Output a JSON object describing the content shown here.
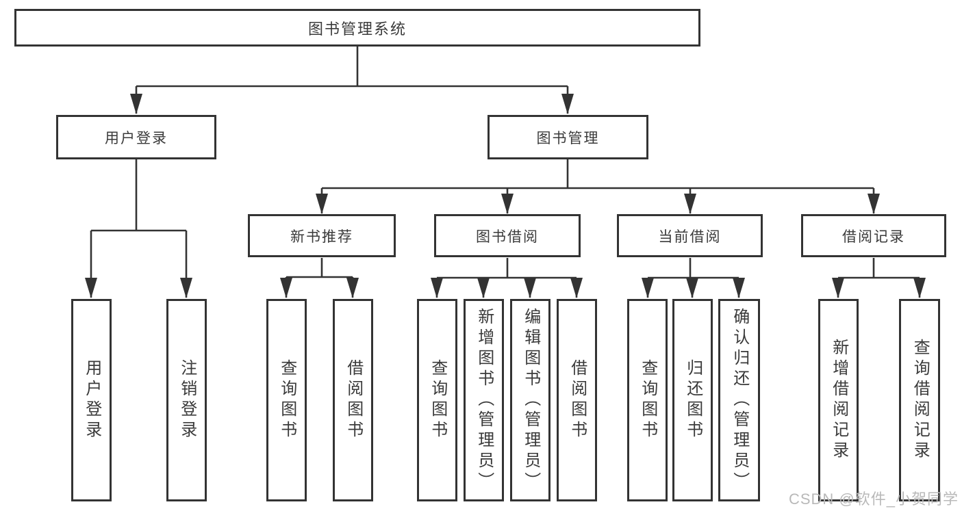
{
  "diagram": {
    "title": "图书管理系统",
    "branches": [
      {
        "label": "用户登录",
        "children": [
          "用户登录",
          "注销登录"
        ]
      },
      {
        "label": "图书管理",
        "groups": [
          {
            "label": "新书推荐",
            "children": [
              "查询图书",
              "借阅图书"
            ]
          },
          {
            "label": "图书借阅",
            "children": [
              "查询图书",
              "新增图书（管理员）",
              "编辑图书（管理员）",
              "借阅图书"
            ]
          },
          {
            "label": "当前借阅",
            "children": [
              "查询图书",
              "归还图书",
              "确认归还（管理员）"
            ]
          },
          {
            "label": "借阅记录",
            "children": [
              "新增借阅记录",
              "查询借阅记录"
            ]
          }
        ]
      }
    ]
  },
  "watermark": {
    "text": "CSDN @软件_小贺同学"
  },
  "colors": {
    "line": "#333333",
    "box_border": "#333333",
    "text": "#3a3a3a",
    "watermark": "#b9b9b9"
  }
}
